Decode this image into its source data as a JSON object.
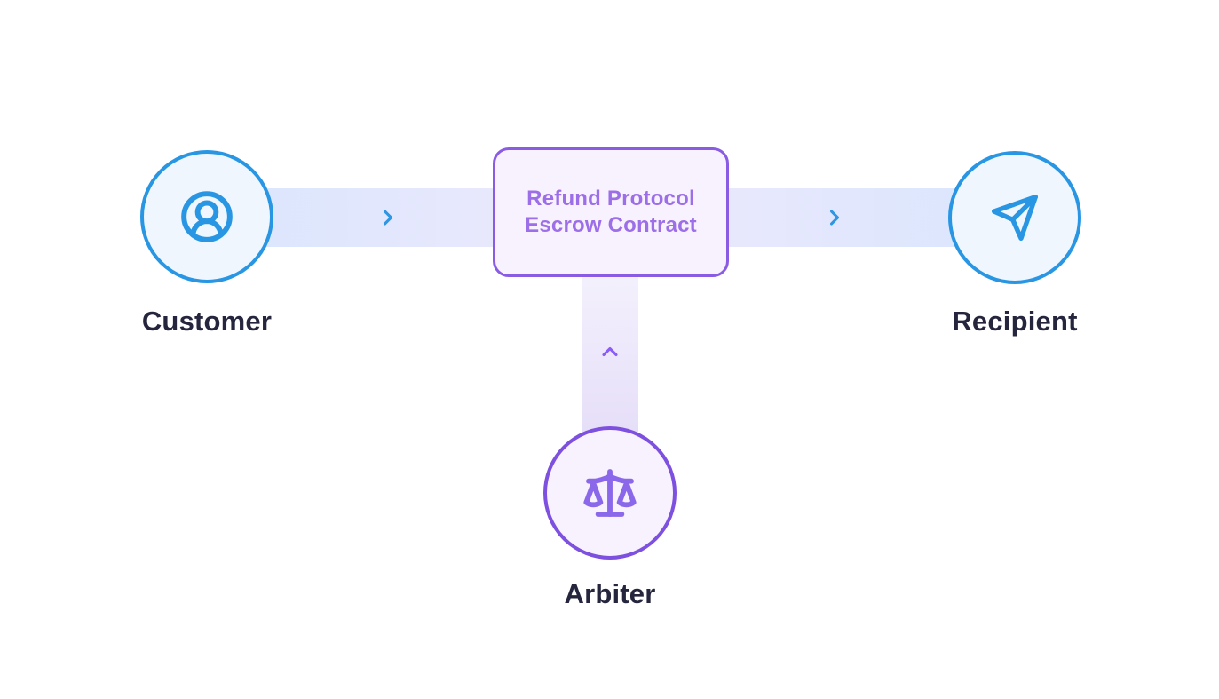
{
  "colors": {
    "background": "#ffffff",
    "blue": "#2996e4",
    "blue-fill": "#eff6fd",
    "purple": "#8a5ce4",
    "purple-deep": "#7e50e0",
    "purple-fill": "#f7f2fd",
    "purple-text": "#9c6fe8",
    "icon-purple": "#8b68ea",
    "chevron-blue": "#2e96e2",
    "chevron-purple": "#8b5cf6",
    "label-dark": "#25253e",
    "flow-blue": "#d9e6fd",
    "flow-lavender": "#e9e8fd",
    "flow-lavender-top": "#f4f1fd",
    "flow-lavender-bottom": "#e5ddf8"
  },
  "nodes": {
    "customer": {
      "label": "Customer",
      "icon": "user-circle-icon"
    },
    "escrow": {
      "line1": "Refund Protocol",
      "line2": "Escrow Contract"
    },
    "recipient": {
      "label": "Recipient",
      "icon": "send-icon"
    },
    "arbiter": {
      "label": "Arbiter",
      "icon": "scale-icon"
    }
  },
  "connectors": [
    {
      "from": "customer",
      "to": "escrow",
      "direction": "right"
    },
    {
      "from": "escrow",
      "to": "recipient",
      "direction": "right"
    },
    {
      "from": "arbiter",
      "to": "escrow",
      "direction": "up"
    }
  ]
}
